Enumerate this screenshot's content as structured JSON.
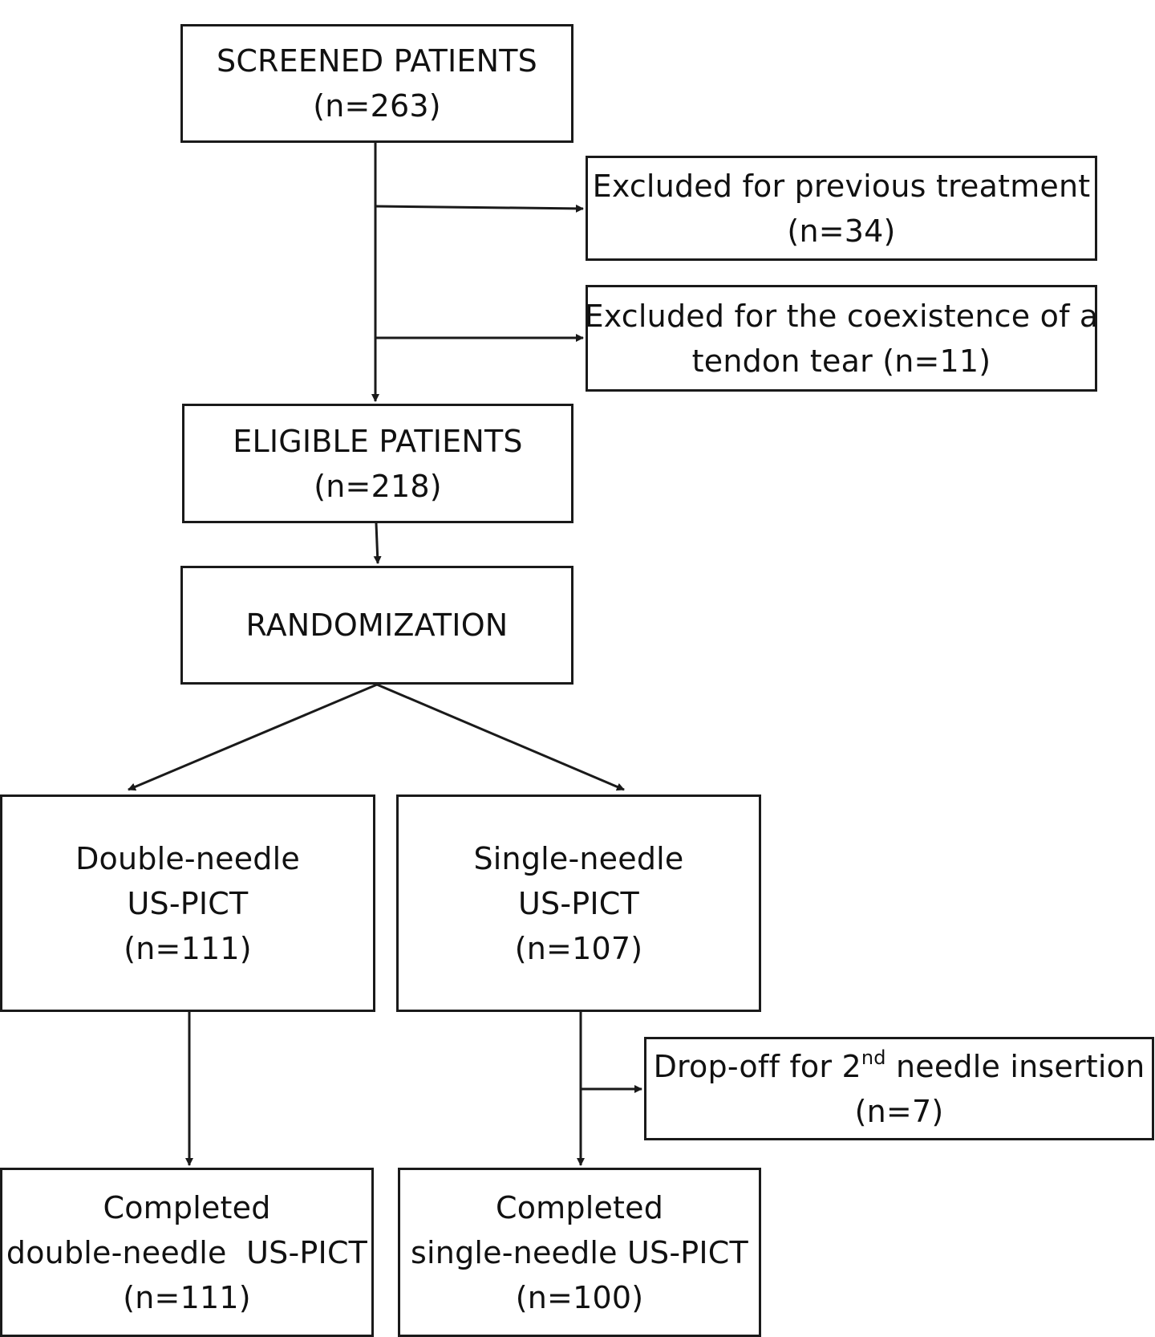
{
  "flowchart": {
    "screened": {
      "title": "SCREENED PATIENTS",
      "count": "(n=263)"
    },
    "excluded_previous": {
      "title": "Excluded for previous treatment",
      "count": "(n=34)"
    },
    "excluded_tear": {
      "line1": "Excluded for the coexistence of a",
      "line2": "tendon tear (n=11)"
    },
    "eligible": {
      "title": "ELIGIBLE PATIENTS",
      "count": "(n=218)"
    },
    "randomization": {
      "title": "RANDOMIZATION"
    },
    "double_needle": {
      "line1": "Double-needle",
      "line2": "US-PICT",
      "count": "(n=111)"
    },
    "single_needle": {
      "line1": "Single-needle",
      "line2": "US-PICT",
      "count": "(n=107)"
    },
    "dropoff": {
      "prefix": "Drop-off for 2",
      "superscript": "nd",
      "suffix": " needle insertion",
      "count": "(n=7)"
    },
    "completed_double": {
      "line1": "Completed",
      "line2": "double-needle  US-PICT",
      "count": "(n=111)"
    },
    "completed_single": {
      "line1": "Completed",
      "line2": "single-needle US-PICT",
      "count": "(n=100)"
    }
  },
  "style": {
    "line_color": "#1a1a1a",
    "background": "#ffffff"
  }
}
